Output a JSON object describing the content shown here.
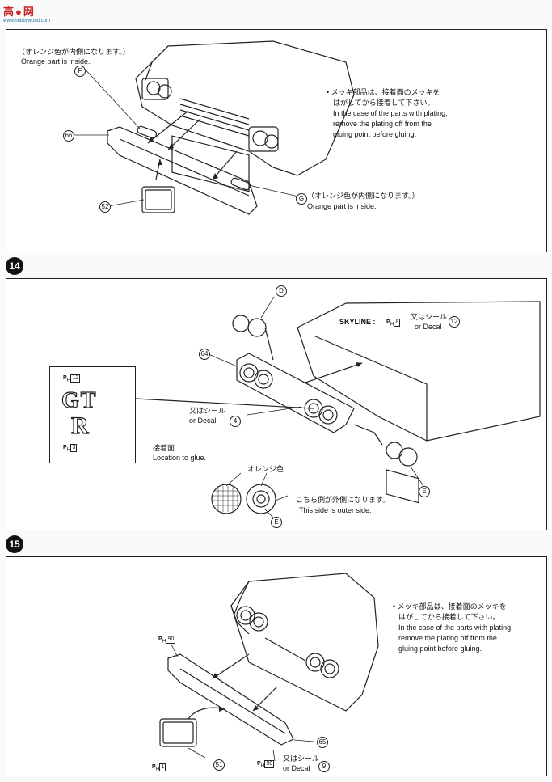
{
  "watermark": {
    "mark": "高●网",
    "url": "www.hobbyworld.com"
  },
  "step14": "14",
  "step15": "15",
  "panel1": {
    "note_top_jp": "（オレンジ色が内側になります。）",
    "note_top_en": "Orange part is inside.",
    "part_F": "F",
    "part_66": "66",
    "part_52": "52",
    "part_G": "G",
    "note_bottom_jp": "（オレンジ色が内側になります。）",
    "note_bottom_en": "Orange part is inside.",
    "plating_jp1": "• メッキ部品は、接着面のメッキを",
    "plating_jp2": "はがしてから接着して下さい。",
    "plating_en1": "In the case of the parts with plating,",
    "plating_en2": "remove the plating off from the",
    "plating_en3": "gluing point before gluing."
  },
  "panel2": {
    "part_D": "D",
    "part_64": "64",
    "skyline_label": "SKYLINE :",
    "skyline_ph": "8",
    "skyline_or_jp": "又はシール",
    "skyline_or_en": "or   Decal",
    "skyline_decal": "12",
    "gt_ph_top": "12",
    "gt_text": "GT",
    "r_text": "R",
    "gt_ph_bottom": "3",
    "decal4_jp": "又はシール",
    "decal4_en": "or  Decal",
    "decal4_num": "4",
    "glue_jp": "接着面",
    "glue_en": "Location to glue.",
    "orange_jp": "オレンジ色",
    "outer_jp": "こちら側が外側になります。",
    "outer_en": "This side is outer side.",
    "part_E1": "E",
    "part_E2": "E"
  },
  "panel3": {
    "ph_top": "90",
    "part_65": "65",
    "part_51": "51",
    "ph_1": "1",
    "ph_90b": "90",
    "decal_jp": "又はシール",
    "decal_en": "or   Decal",
    "decal_num": "9",
    "plating_jp1": "• メッキ部品は、接着面のメッキを",
    "plating_jp2": "はがしてから接着して下さい。",
    "plating_en1": "In the case of the parts with plating,",
    "plating_en2": "remove the plating off from the",
    "plating_en3": "gluing point before gluing."
  }
}
